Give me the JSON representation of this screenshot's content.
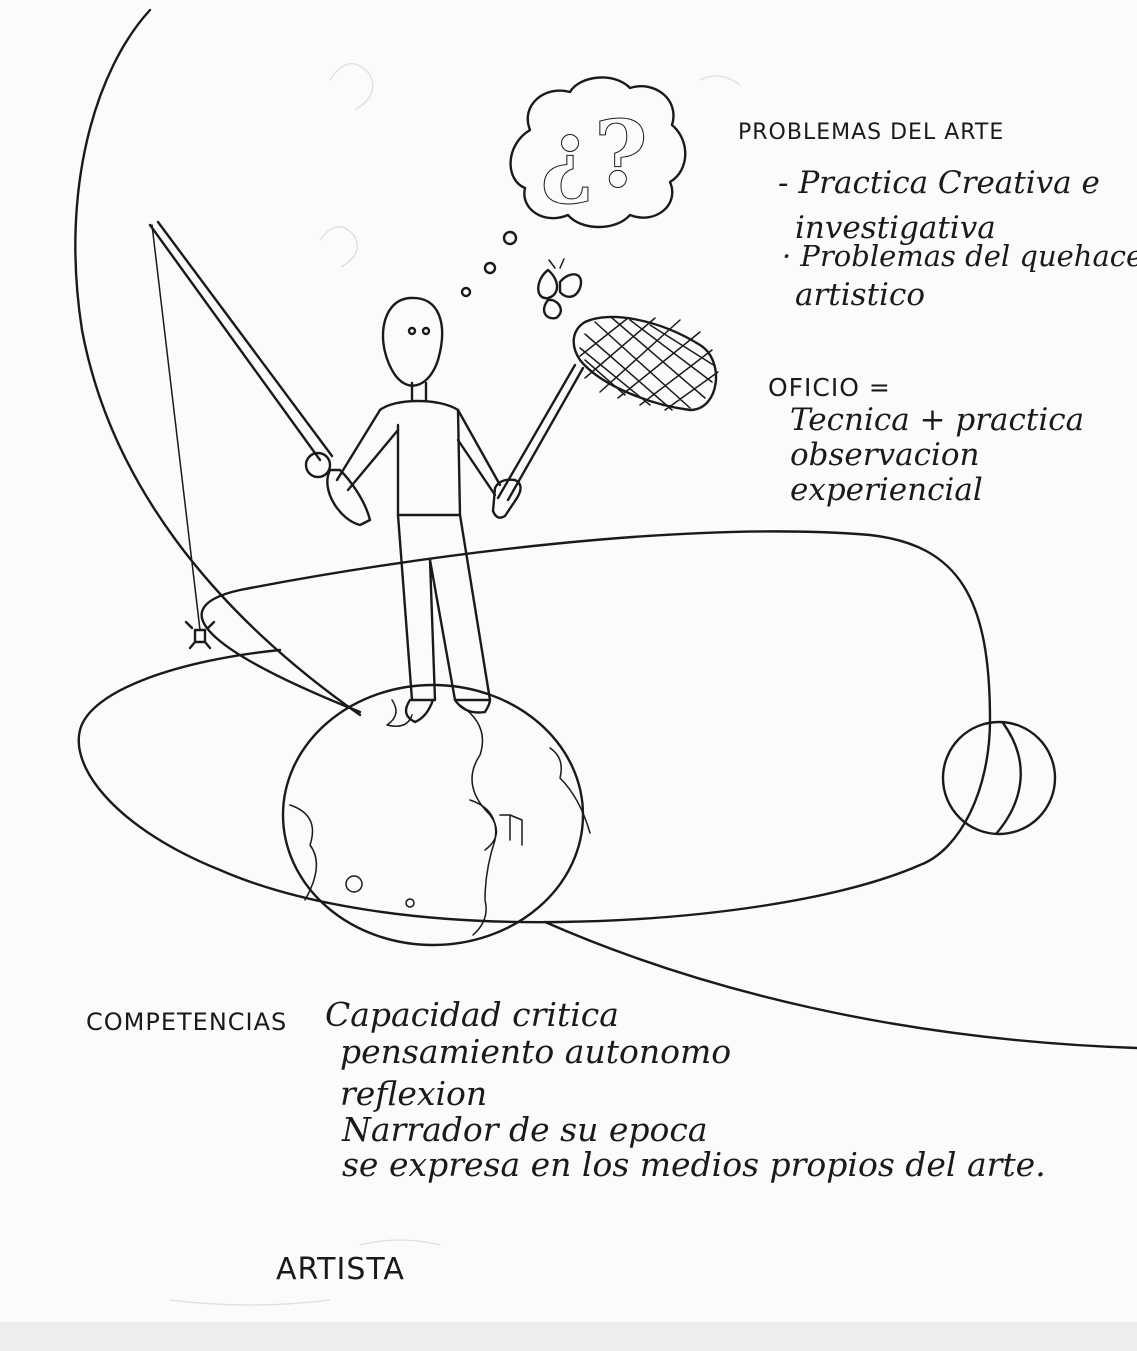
{
  "thought_bubble": {
    "marks": "¿?"
  },
  "problems": {
    "heading": "PROBLEMAS DEL ARTE",
    "items": [
      "- Practica Creativa e",
      "investigativa",
      "· Problemas del quehacer",
      "artistico"
    ]
  },
  "oficio": {
    "heading": "OFICIO =",
    "lines": [
      "Tecnica + practica",
      "observacion",
      "experiencial"
    ]
  },
  "competencias": {
    "label": "COMPETENCIAS",
    "lines": [
      "Capacidad critica",
      "pensamiento autonomo",
      "reflexion",
      "Narrador de su epoca",
      "se expresa en los medios propios del arte."
    ]
  },
  "caption": "ARTISTA"
}
